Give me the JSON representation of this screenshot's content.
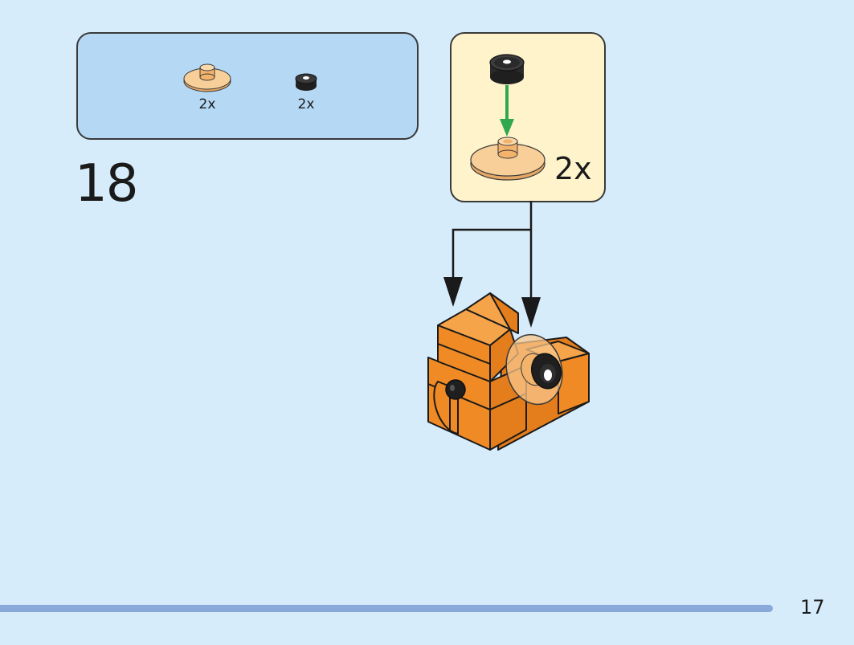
{
  "parts_list": {
    "items": [
      {
        "part": "transparent-orange-round-plate",
        "quantity": "2x",
        "color": "#f6c68a"
      },
      {
        "part": "black-round-tile-with-eye",
        "quantity": "2x",
        "color": "#1f1f1f"
      }
    ]
  },
  "step": {
    "number": "18"
  },
  "sub_assembly": {
    "quantity": "2x"
  },
  "colors": {
    "background": "#d6ecfb",
    "parts_box": "#b5d8f5",
    "sub_box": "#fff3cc",
    "arrow": "#2fa84f",
    "brick_orange": "#f08a24"
  },
  "page": {
    "number": "17"
  }
}
